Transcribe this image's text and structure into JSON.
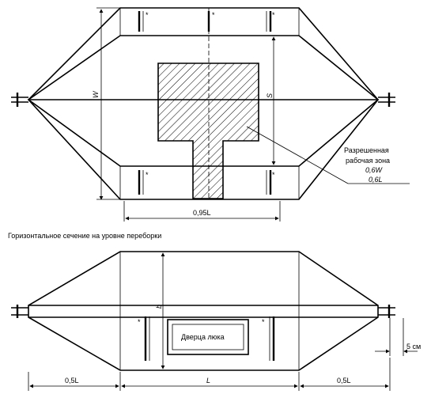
{
  "top_view": {
    "dim_width": "W",
    "dim_work_height": "S",
    "dim_bottom_length": "0,95L",
    "bay_marks": [
      "*",
      "*",
      "*",
      "*",
      "*"
    ],
    "zone_label_line1": "Разрешенная",
    "zone_label_line2": "рабочая зона",
    "zone_label_line3": "0,6W",
    "zone_label_line4": "0,6L"
  },
  "section_caption": "Горизонтальное сечение на уровне переборки",
  "bottom_view": {
    "dim_height": "b",
    "hatch_label": "Дверца люка",
    "dim_gap": "5 см",
    "dim_left_end": "0,5L",
    "dim_center": "L",
    "dim_right_end": "0,5L",
    "bay_marks": [
      "*",
      "*"
    ]
  }
}
